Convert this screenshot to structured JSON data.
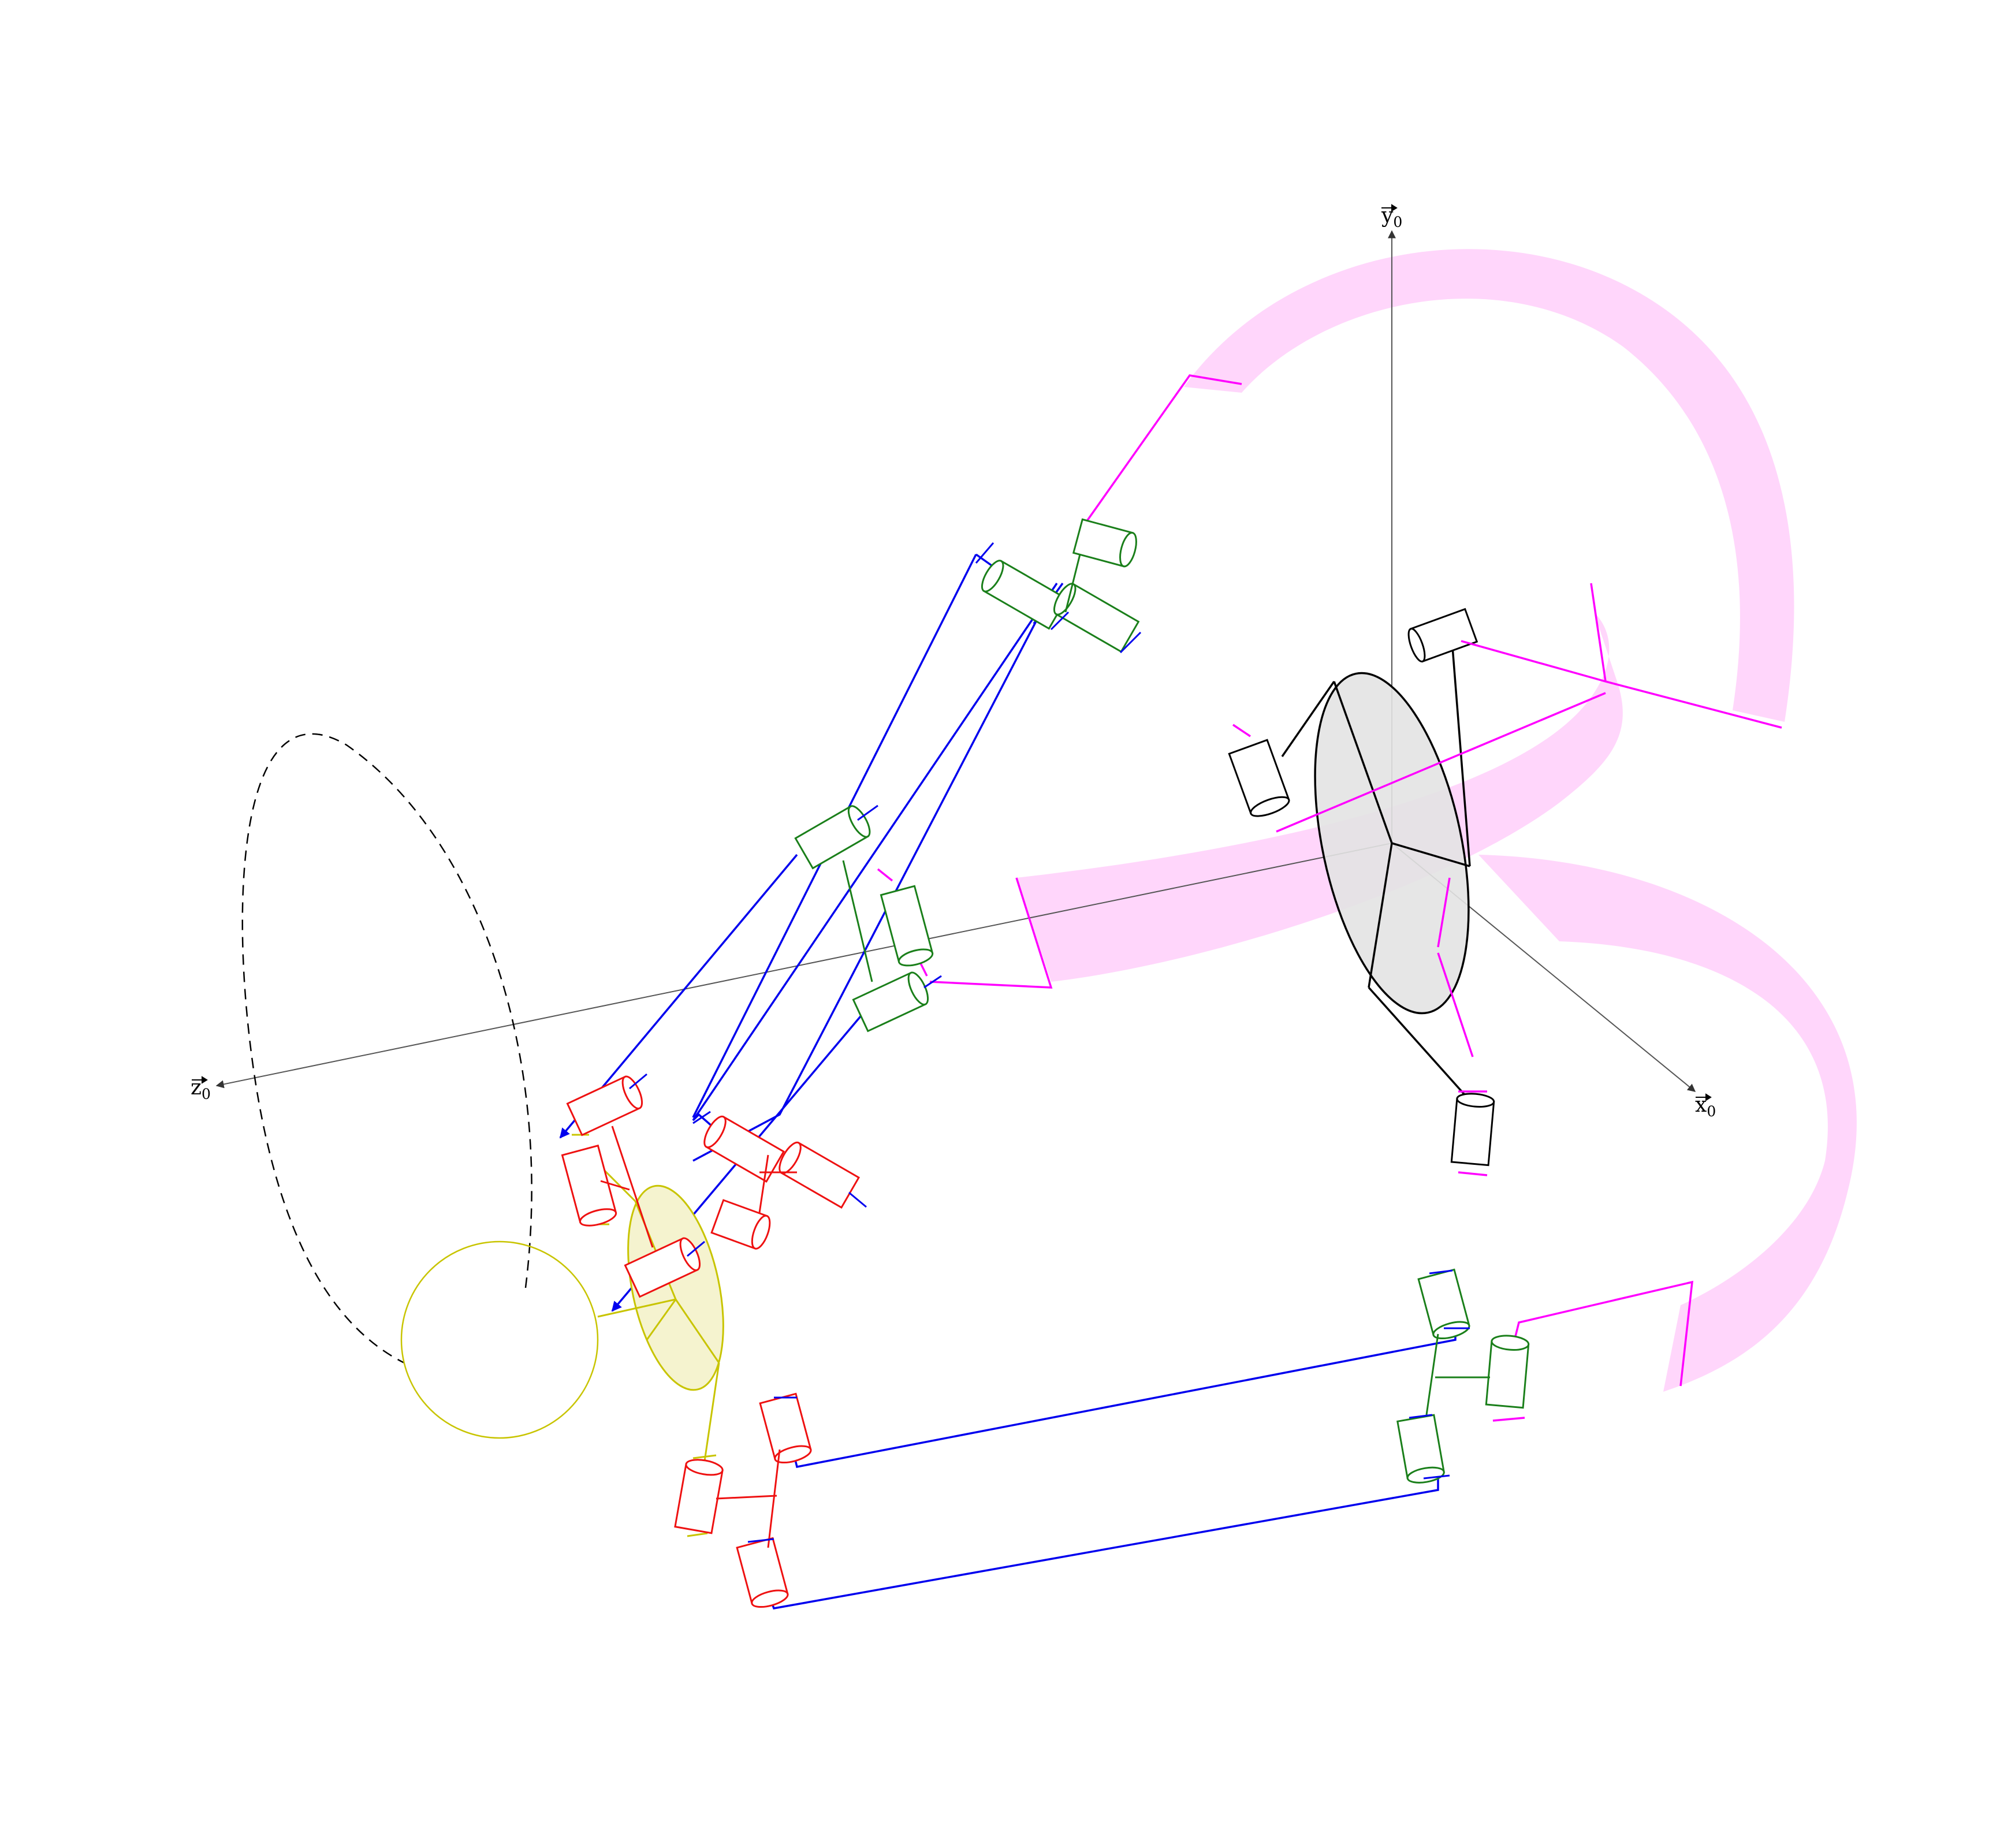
{
  "axes": {
    "x": {
      "label": "x",
      "subscript": "0"
    },
    "y": {
      "label": "y",
      "subscript": "0"
    },
    "z": {
      "label": "z",
      "subscript": "0"
    }
  },
  "colors": {
    "axis": "#555555",
    "base": "#000000",
    "base_fill": "#e3e3e3",
    "connector": "#ff00ff",
    "ribbon": "#ffd6fb",
    "link": "#0000ee",
    "joint_green": "#1a7f1a",
    "joint_red": "#ee1111",
    "platform": "#c8c400",
    "platform_fill": "#f5f3cf",
    "trajectory": "#000000"
  },
  "parts": {
    "base_joints": 3,
    "green_joint_groups": 3,
    "red_joint_groups": 3,
    "link_pairs": 3,
    "connector_ribbons": 3
  }
}
